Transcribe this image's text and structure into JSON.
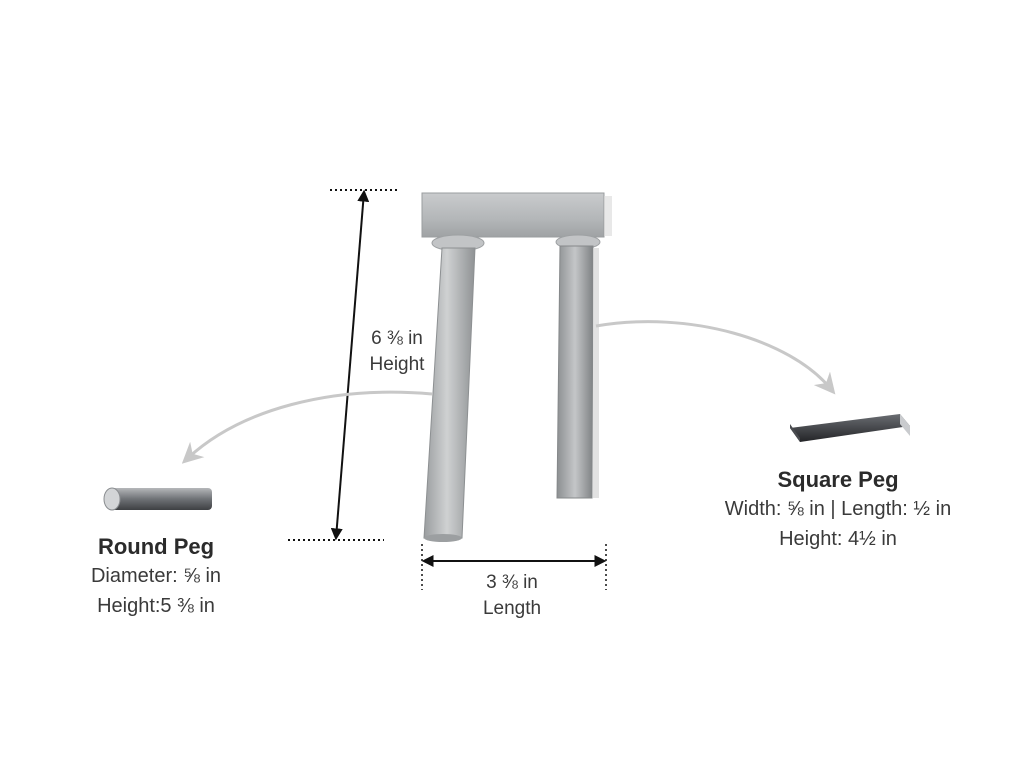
{
  "height_dim": {
    "value": "6 ⅜ in",
    "label": "Height"
  },
  "length_dim": {
    "value": "3 ⅜ in",
    "label": "Length"
  },
  "round_peg": {
    "title": "Round Peg",
    "line1": "Diameter: ⅝ in",
    "line2": "Height:5 ⅜ in"
  },
  "square_peg": {
    "title": "Square Peg",
    "line1": "Width: ⅝ in | Length: ½ in",
    "line2": "Height: 4½ in"
  },
  "colors": {
    "metal": "#b9bbbd",
    "metal_dark": "#8d9092",
    "arrow": "#c8c8c8",
    "dimension": "#111111",
    "peg_dark": "#3a3c40"
  }
}
